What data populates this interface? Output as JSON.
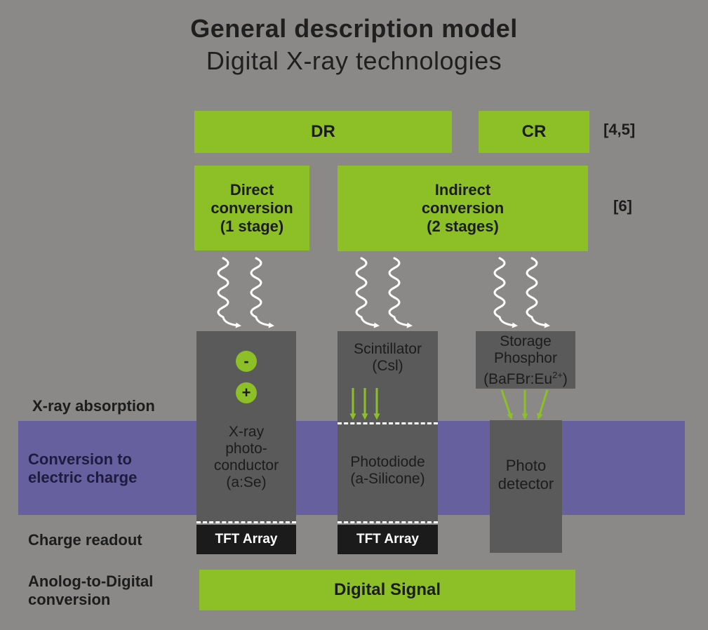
{
  "title": "General description model",
  "subtitle": "Digital X-ray technologies",
  "top": {
    "dr": "DR",
    "cr": "CR",
    "ref1": "[4,5]"
  },
  "conversion": {
    "direct": [
      "Direct",
      "conversion",
      "(1 stage)"
    ],
    "indirect": [
      "Indirect",
      "conversion",
      "(2 stages)"
    ],
    "ref2": "[6]"
  },
  "rows": {
    "absorption": "X-ray absorption",
    "conversion": [
      "Conversion to",
      "electric charge"
    ],
    "readout": "Charge readout",
    "adc": [
      "Anolog-to-Digital",
      "conversion"
    ]
  },
  "columns": {
    "direct": {
      "minus": "-",
      "plus": "+",
      "label": [
        "X-ray",
        "photo-",
        "conductor",
        "(a:Se)"
      ],
      "tft": "TFT Array"
    },
    "indirect": {
      "scint": [
        "Scintillator",
        "(Csl)"
      ],
      "photodiode": [
        "Photodiode",
        "(a-Silicone)"
      ],
      "tft": "TFT Array"
    },
    "cr": {
      "phosphor": [
        "Storage",
        "Phosphor",
        "(BaFBr:Eu"
      ],
      "phosphor_sup": "2+",
      "phosphor_close": ")",
      "detector": [
        "Photo",
        "detector"
      ]
    }
  },
  "output": "Digital Signal",
  "colors": {
    "green": "#8cc026",
    "violet_band": "#67609e",
    "dark_box": "#5b5a5a",
    "background": "#8b8988"
  }
}
